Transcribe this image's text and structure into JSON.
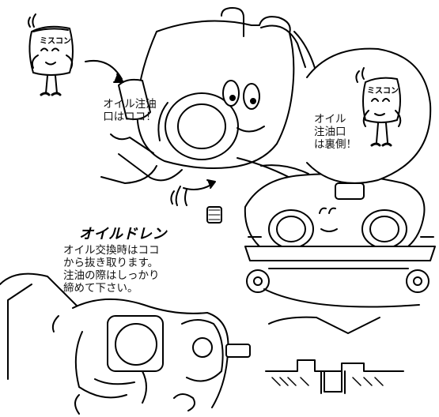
{
  "left_callout": "オイル注油\n口はココ！",
  "right_callout": "オイル\n注油口\nは裏側！",
  "drain": {
    "title": "オイルドレン",
    "body": "オイル交換時はココ\nから抜き取ります。\n注油の際はしっかり\n締めて下さい。"
  },
  "mascot_label": "ミスコン"
}
